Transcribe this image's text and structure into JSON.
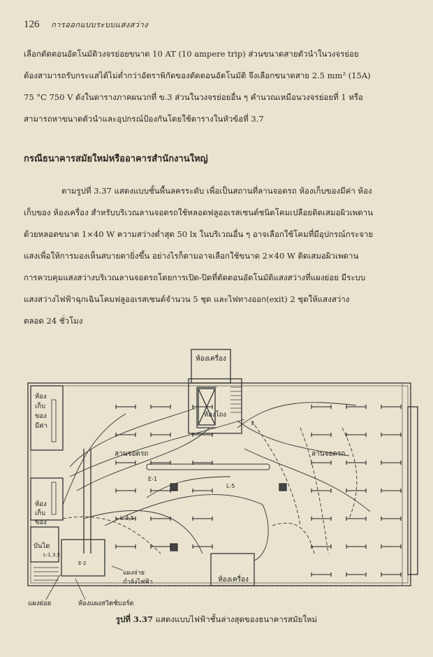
{
  "header": {
    "page_number": "126",
    "running_title": "การออกแบบระบบแสงสว่าง"
  },
  "paragraph1": [
    "เลือกตัดตอนอัตโนมัติวงจรย่อยขนาด 10 AT (10 ampere trip)  ส่วนขนาดสายตัวนำในวงจรย่อย",
    "ต้องสามารถรับกระแสได้ไม่ต่ำกว่าอัตราพิกัดของตัดตอนอัตโนมัติ  จึงเลือกขนาดสาย 2.5 mm² (15A)",
    "75 °C 750 V ดังในตารางภาคผนวกที่ ข.3   ส่วนในวงจรย่อยอื่น ๆ คำนวณเหมือนวงจรย่อยที่ 1  หรือ",
    "สามารถหาขนาดตัวนำและอุปกรณ์ป้องกันโดยใช้ตารางในหัวข้อที่ 3.7"
  ],
  "heading": "กรณีธนาคารสมัยใหม่หรืออาคารสำนักงานใหญ่",
  "paragraph2": [
    "ตามรูปที่ 3.37 แสดงแบบชั้นพื้นลครระดับ  เพื่อเป็นสถานที่ลานจอดรถ  ห้องเก็บของมีค่า  ห้อง",
    "เก็บของ  ห้องเครื่อง    สำหรับบริเวณลานจอดรถใช้หลอดฟลูออเรสเซนต์ชนิดโคมเปลือยติดเสมอผิวเพดาน",
    "ด้วยหลอดขนาด 1×40 W  ความสว่างต่ำสุด 50 lx  ในบริเวณอื่น ๆ อาจเลือกใช้โคมที่มีอุปกรณ์กระจาย",
    "แสงเพื่อให้การมองเห็นสบายตายิ่งขึ้น   อย่างไรก็ตามอาจเลือกใช้ขนาด  2×40 W  ติดเสมอผิวเพดาน",
    "การควบคุมแสงสว่างบริเวณลานจอดรถโดยการเปิด-ปิดที่ตัดตอนอัตโนมัติแสงสว่างที่แผงย่อย   มีระบบ",
    "แสงสว่างไฟฟ้าฉุกเฉินโคมฟลูออเรสเซนต์จำนวน 5 ชุด  และไฟทางออก(exit) 2 ชุดให้แสงสว่าง",
    "ตลอด 24 ชั่วโมง"
  ],
  "figure": {
    "labels": {
      "machine_room_top": "ห้องเครื่อง",
      "valuables_room": [
        "ห้อง",
        "เก็บ",
        "ของ",
        "มีค่า"
      ],
      "stairs_room": "ห้องโถง",
      "parking_left": "ลานจอดรถ",
      "parking_right": "ลานจอดรถ",
      "storage_room": [
        "ห้อง",
        "เก็บ",
        "ของ"
      ],
      "stairs": "บันได",
      "machine_room_bottom": "ห้องเครื่อง",
      "power_panel": [
        "แผงจ่าย",
        "กำลังไฟฟ้า"
      ],
      "sub_panel": "แผงย่อย",
      "switchboard_room": "ห้องแผงสวิตช์บอร์ด",
      "circuit_e1": "E-1",
      "circuit_l35": "L-3,5",
      "circuit_l5": "L-5",
      "circuit_l135": "L-1,3,5",
      "circuit_e2": "E-2",
      "exit_mark": "E"
    }
  },
  "caption": {
    "label": "รูปที่ 3.37",
    "text": "แสดงแบบไฟฟ้าชั้นล่างสุดของธนาคารสมัยใหม่"
  }
}
